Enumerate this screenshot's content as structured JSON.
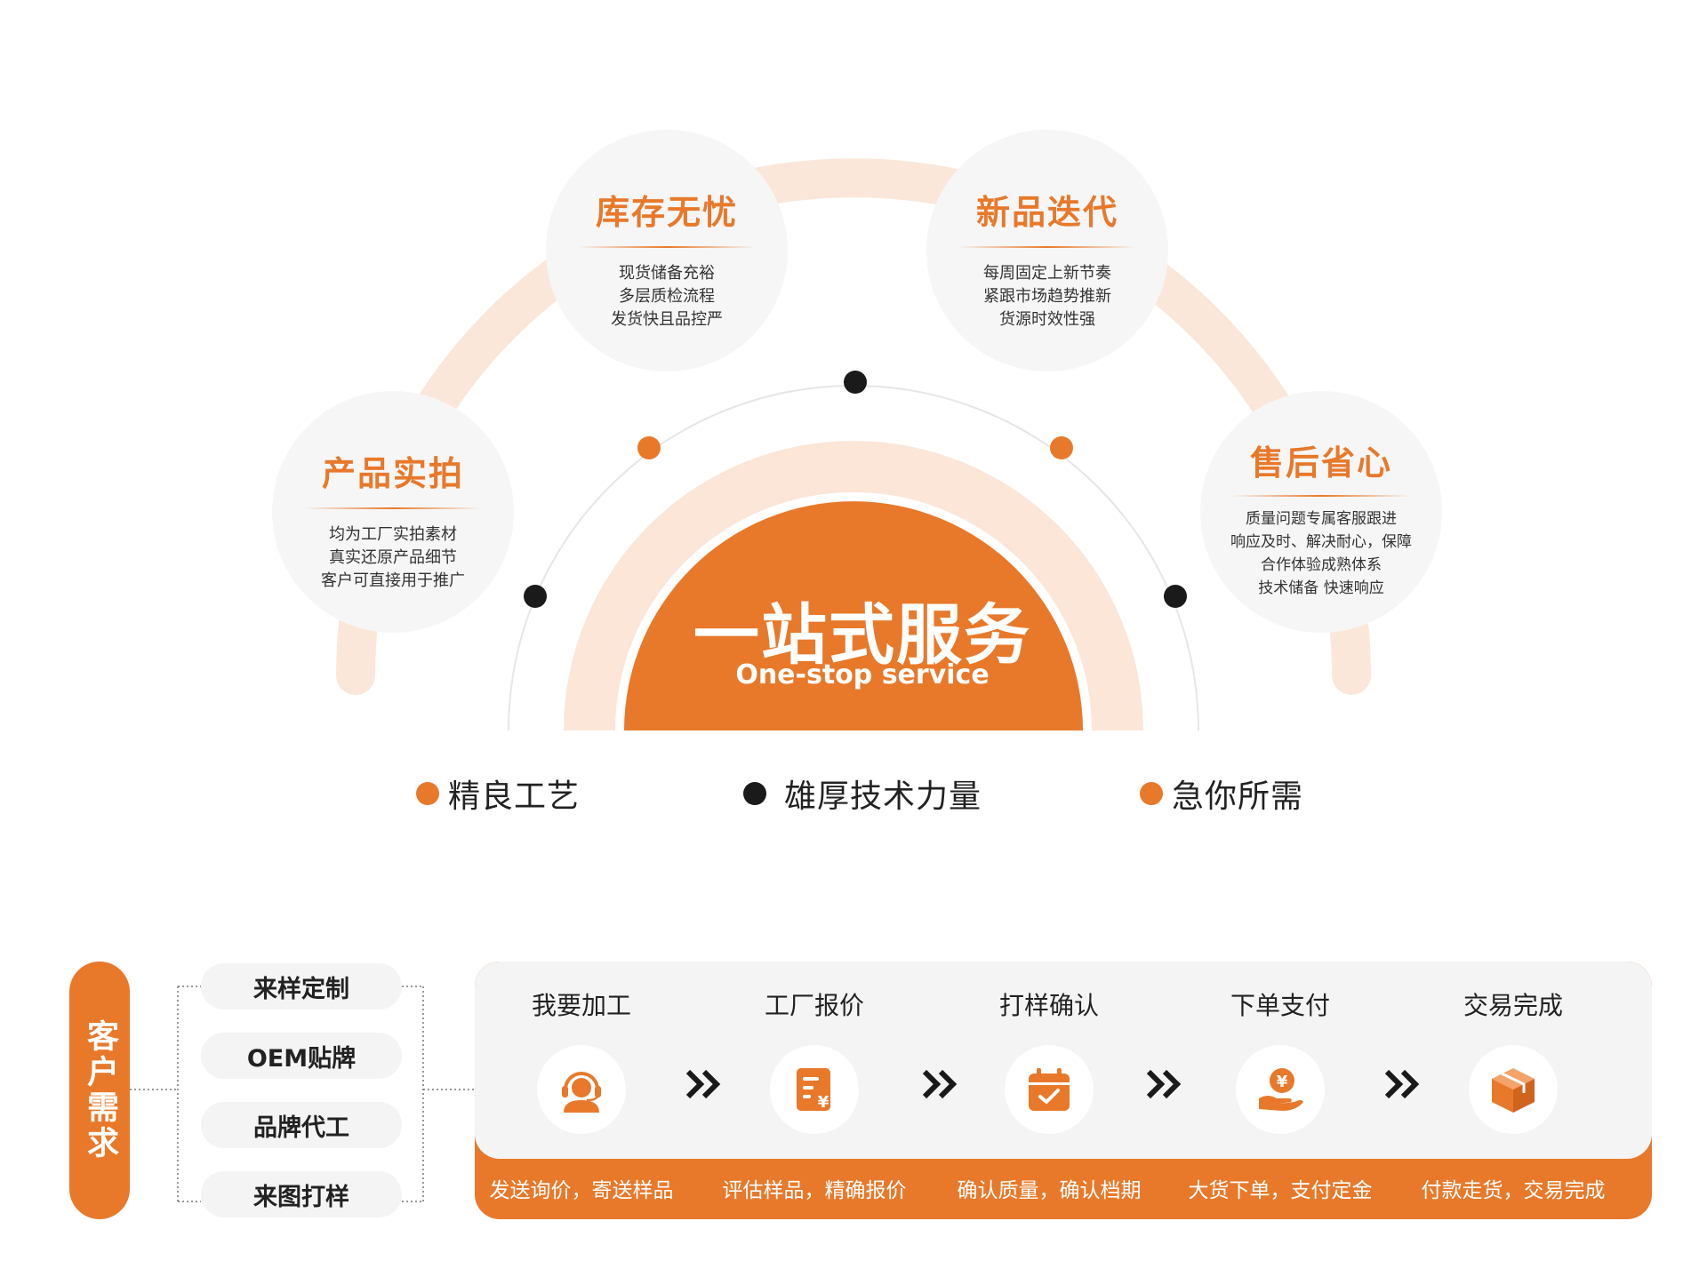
{
  "colors": {
    "accent": "#e8792b",
    "accent_light": "#fbe6d8",
    "dark": "#1a1a1a",
    "panel_gray": "#f4f4f4"
  },
  "hero": {
    "title": "一站式服务",
    "subtitle": "One-stop service"
  },
  "features": [
    {
      "title": "产品实拍",
      "lines": [
        "均为工厂实拍素材",
        "真实还原产品细节",
        "客户可直接用于推广"
      ]
    },
    {
      "title": "库存无忧",
      "lines": [
        "现货储备充裕",
        "多层质检流程",
        "发货快且品控严"
      ]
    },
    {
      "title": "新品迭代",
      "lines": [
        "每周固定上新节奏",
        "紧跟市场趋势推新",
        "货源时效性强"
      ]
    },
    {
      "title": "售后省心",
      "lines": [
        "质量问题专属客服跟进",
        "响应及时、解决耐心，保障",
        "合作体验成熟体系",
        "技术储备 快速响应"
      ]
    }
  ],
  "legend": [
    {
      "label": "精良工艺",
      "color": "#e8792b"
    },
    {
      "label": "雄厚技术力量",
      "color": "#1a1a1a"
    },
    {
      "label": "急你所需",
      "color": "#e8792b"
    }
  ],
  "requirements": {
    "label": "客户需求",
    "options": [
      "来样定制",
      "OEM贴牌",
      "品牌代工",
      "来图打样"
    ]
  },
  "steps": [
    {
      "title": "我要加工",
      "icon": "headset-icon",
      "desc": "发送询价，寄送样品"
    },
    {
      "title": "工厂报价",
      "icon": "quote-document-icon",
      "desc": "评估样品，精确报价"
    },
    {
      "title": "打样确认",
      "icon": "calendar-check-icon",
      "desc": "确认质量，确认档期"
    },
    {
      "title": "下单支付",
      "icon": "payment-hand-icon",
      "desc": "大货下单，支付定金"
    },
    {
      "title": "交易完成",
      "icon": "package-box-icon",
      "desc": "付款走货，交易完成"
    }
  ]
}
